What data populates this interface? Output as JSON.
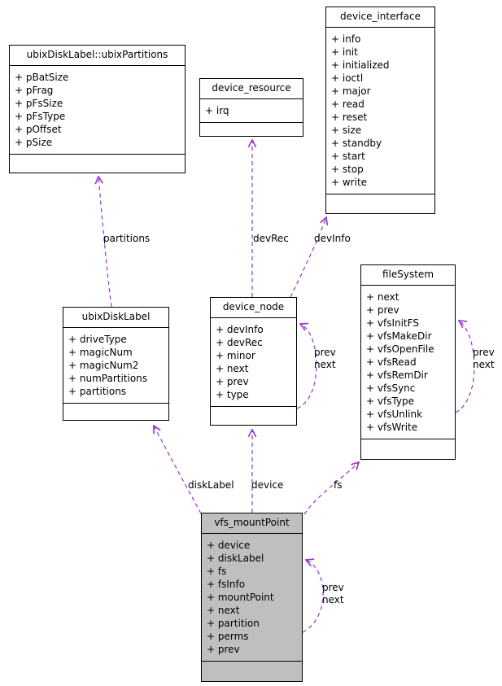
{
  "diagram": {
    "kind": "uml-collaboration-diagram",
    "colors": {
      "edge": "#9a32cd",
      "border": "#000000",
      "node_fill": "#ffffff",
      "highlight_fill": "#bfbfbf",
      "background": "#ffffff"
    },
    "nodes": {
      "ubixPartitions": {
        "title": "ubixDiskLabel::ubixPartitions",
        "fields": [
          "+ pBatSize",
          "+ pFrag",
          "+ pFsSize",
          "+ pFsType",
          "+ pOffset",
          "+ pSize"
        ]
      },
      "device_resource": {
        "title": "device_resource",
        "fields": [
          "+ irq"
        ]
      },
      "device_interface": {
        "title": "device_interface",
        "fields": [
          "+ info",
          "+ init",
          "+ initialized",
          "+ ioctl",
          "+ major",
          "+ read",
          "+ reset",
          "+ size",
          "+ standby",
          "+ start",
          "+ stop",
          "+ write"
        ]
      },
      "ubixDiskLabel": {
        "title": "ubixDiskLabel",
        "fields": [
          "+ driveType",
          "+ magicNum",
          "+ magicNum2",
          "+ numPartitions",
          "+ partitions"
        ]
      },
      "device_node": {
        "title": "device_node",
        "fields": [
          "+ devInfo",
          "+ devRec",
          "+ minor",
          "+ next",
          "+ prev",
          "+ type"
        ]
      },
      "fileSystem": {
        "title": "fileSystem",
        "fields": [
          "+ next",
          "+ prev",
          "+ vfsInitFS",
          "+ vfsMakeDir",
          "+ vfsOpenFile",
          "+ vfsRead",
          "+ vfsRemDir",
          "+ vfsSync",
          "+ vfsType",
          "+ vfsUnlink",
          "+ vfsWrite"
        ]
      },
      "vfs_mountPoint": {
        "title": "vfs_mountPoint",
        "fields": [
          "+ device",
          "+ diskLabel",
          "+ fs",
          "+ fsInfo",
          "+ mountPoint",
          "+ next",
          "+ partition",
          "+ perms",
          "+ prev"
        ],
        "highlighted": true
      }
    },
    "edges": [
      {
        "from": "ubixDiskLabel",
        "to": "ubixPartitions",
        "label": "partitions"
      },
      {
        "from": "device_node",
        "to": "device_resource",
        "label": "devRec"
      },
      {
        "from": "device_node",
        "to": "device_interface",
        "label": "devInfo"
      },
      {
        "from": "device_node",
        "to": "device_node",
        "label": "prev\nnext"
      },
      {
        "from": "fileSystem",
        "to": "fileSystem",
        "label": "prev\nnext"
      },
      {
        "from": "vfs_mountPoint",
        "to": "ubixDiskLabel",
        "label": "diskLabel"
      },
      {
        "from": "vfs_mountPoint",
        "to": "device_node",
        "label": "device"
      },
      {
        "from": "vfs_mountPoint",
        "to": "fileSystem",
        "label": "fs"
      },
      {
        "from": "vfs_mountPoint",
        "to": "vfs_mountPoint",
        "label": "prev\nnext"
      }
    ]
  }
}
